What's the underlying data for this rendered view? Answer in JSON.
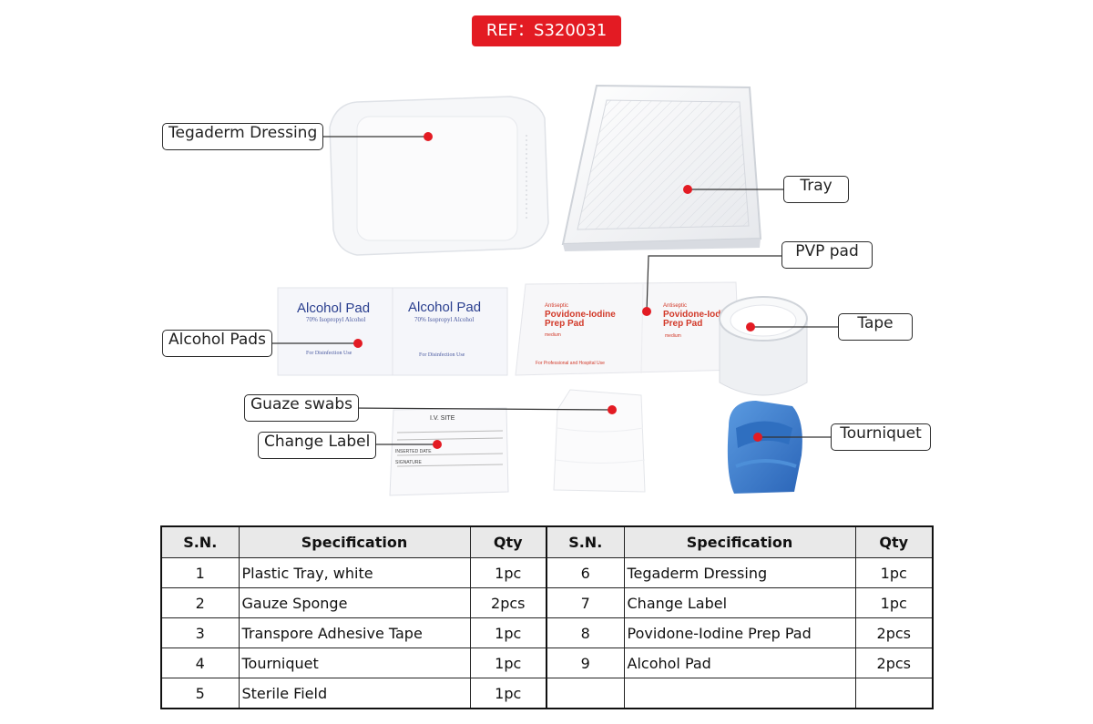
{
  "ref_badge": {
    "prefix": "REF：",
    "code": "S320031"
  },
  "callouts": {
    "tegaderm": "Tegaderm Dressing",
    "tray": "Tray",
    "pvp_pad": "PVP pad",
    "tape": "Tape",
    "alcohol_pads": "Alcohol Pads",
    "gauze_swabs": "Guaze swabs",
    "change_label": "Change Label",
    "tourniquet": "Tourniquet"
  },
  "product_print": {
    "alcohol_pad_title": "Alcohol Pad",
    "alcohol_pad_sub": "70% Isopropyl Alcohol",
    "alcohol_pad_foot": "For Disinfection Use",
    "pvp_small": "Antiseptic",
    "pvp_title": "Povidone-Iodine",
    "pvp_title2": "Prep Pad",
    "pvp_size": "medium",
    "pvp_foot": "For Professional and Hospital Use",
    "label_title": "I.V.    SITE",
    "label_line1": "INSERTED DATE",
    "label_line2": "SIGNATURE"
  },
  "table": {
    "headers": [
      "S.N.",
      "Specification",
      "Qty",
      "S.N.",
      "Specification",
      "Qty"
    ],
    "rows": [
      [
        {
          "sn": "1",
          "spec": "Plastic Tray, white",
          "qty": "1pc"
        },
        {
          "sn": "6",
          "spec": "Tegaderm Dressing",
          "qty": "1pc"
        }
      ],
      [
        {
          "sn": "2",
          "spec": "Gauze Sponge",
          "qty": "2pcs"
        },
        {
          "sn": "7",
          "spec": "Change Label",
          "qty": "1pc"
        }
      ],
      [
        {
          "sn": "3",
          "spec": "Transpore Adhesive Tape",
          "qty": "1pc"
        },
        {
          "sn": "8",
          "spec": "Povidone-Iodine Prep Pad",
          "qty": "2pcs"
        }
      ],
      [
        {
          "sn": "4",
          "spec": "Tourniquet",
          "qty": "1pc"
        },
        {
          "sn": "9",
          "spec": "Alcohol Pad",
          "qty": "2pcs"
        }
      ],
      [
        {
          "sn": "5",
          "spec": "Sterile Field",
          "qty": "1pc"
        },
        {
          "sn": "",
          "spec": "",
          "qty": ""
        }
      ]
    ]
  },
  "colors": {
    "accent_red": "#e31b23",
    "tourniquet_blue": "#3a7fd0",
    "header_gray": "#e9e9e9"
  }
}
